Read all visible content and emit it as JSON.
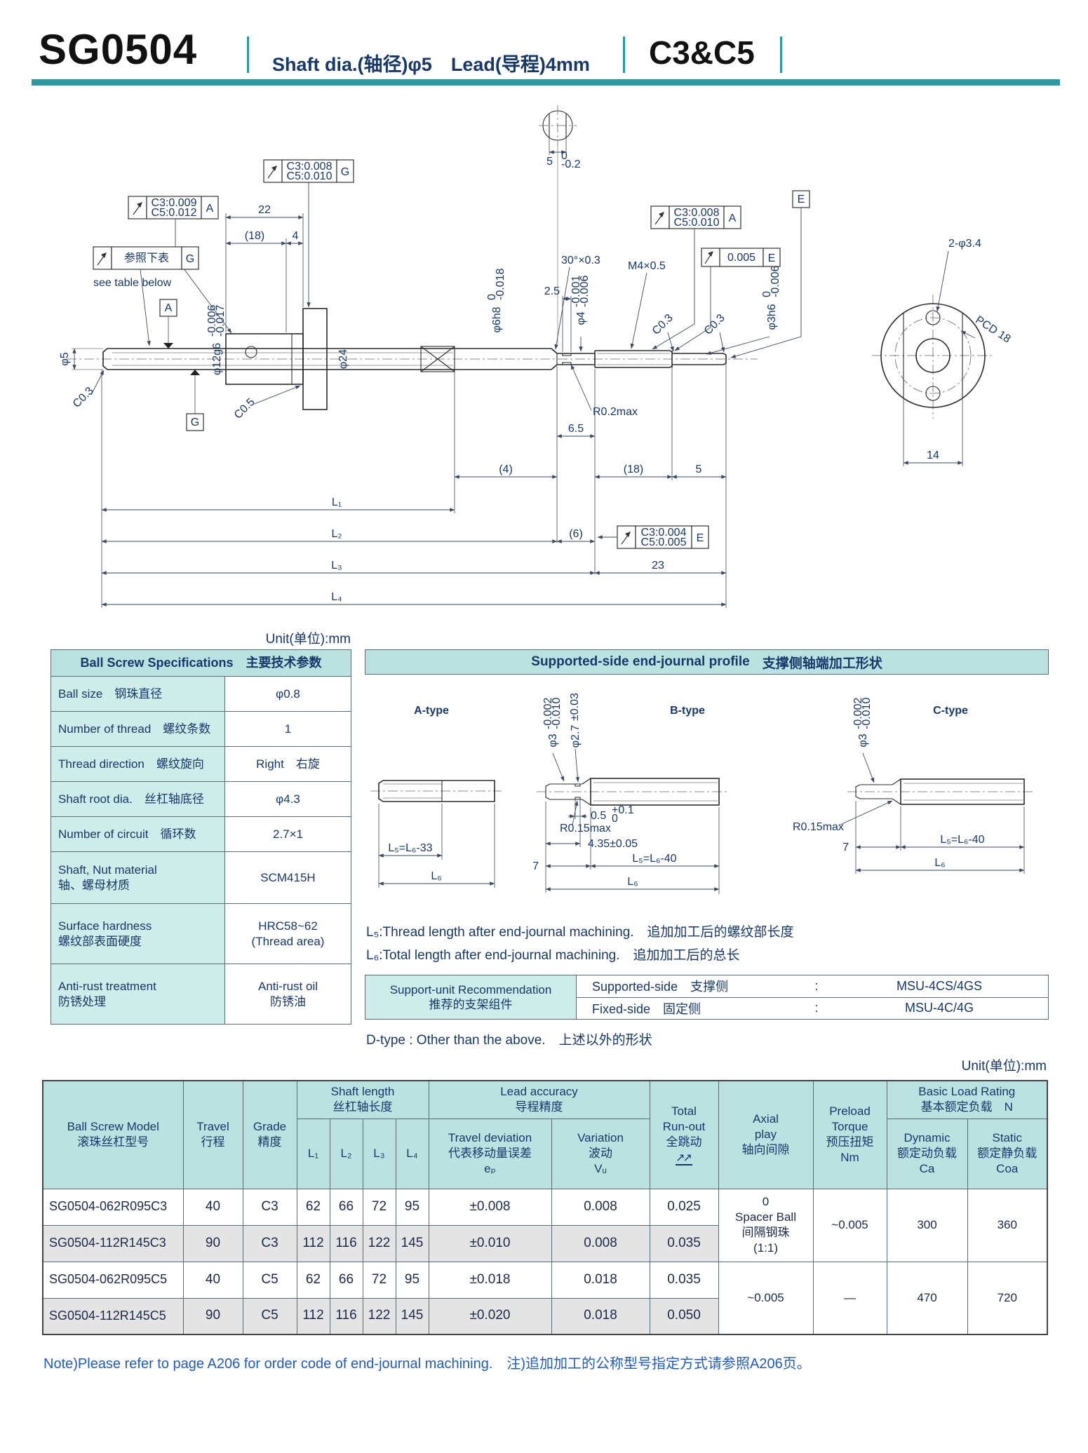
{
  "header": {
    "model": "SG0504",
    "subtitle": "Shaft dia.(轴径)φ5　Lead(导程)4mm",
    "grade": "C3&C5"
  },
  "colors": {
    "accent_teal": "#2a9aa0",
    "table_header_bg": "#b9e2e0",
    "label_cell_bg": "#cdecea",
    "navy_text": "#17386b",
    "note_blue": "#1e5bc6",
    "alt_row": "#e4e4e4"
  },
  "units": {
    "u1": "Unit(单位):mm",
    "u2": "Unit(单位):mm"
  },
  "dw": {
    "fcf1a": "C3:0.009",
    "fcf1b": "C5:0.012",
    "fcf1d": "A",
    "fcf2a": "参照下表",
    "fcf2d": "G",
    "see": "see table below",
    "fcf3a": "C3:0.008",
    "fcf3b": "C5:0.010",
    "fcf3d": "G",
    "fcf4a": "C3:0.008",
    "fcf4b": "C5:0.010",
    "fcf4d": "A",
    "fcf5a": "0.005",
    "fcf5d": "E",
    "fcf6a": "C3:0.004",
    "fcf6b": "C5:0.005",
    "fcf6d": "E",
    "datA": "A",
    "datG": "G",
    "datE": "E",
    "d22": "22",
    "d18t": "(18)",
    "d4t": "4",
    "dia12": "φ12g6",
    "dia12u": "-0.006",
    "dia12l": "-0.017",
    "dia24": "φ24",
    "dia6": "φ6h8",
    "dia6u": "0",
    "dia6l": "-0.018",
    "d5f": "5",
    "d5fu": "0",
    "d5fl": "-0.2",
    "ch30": "30°×0.3",
    "d25": "2.5",
    "m4": "M4×0.5",
    "dia4": "φ4",
    "dia4u": "-0.001",
    "dia4l": "-0.006",
    "c03a": "C0.3",
    "c03b": "C0.3",
    "c03c": "C0.3",
    "c05": "C0.5",
    "dia3": "φ3h6",
    "dia3u": "0",
    "dia3l": "-0.006",
    "r02": "R0.2max",
    "d65": "6.5",
    "d4b": "(4)",
    "d18b": "(18)",
    "d5b": "5",
    "L1": "L₁",
    "L2": "L₂",
    "L3": "L₃",
    "L4": "L₄",
    "d6b": "(6)",
    "d23": "23",
    "dia5": "φ5",
    "holes": "2-φ3.4",
    "pcd": "PCD 18",
    "d14": "14"
  },
  "sp": {
    "header_en": "Supported-side end-journal profile",
    "header_zh": "支撑侧轴端加工形状",
    "a_label": "A-type",
    "b_label": "B-type",
    "c_label": "C-type",
    "a_l5": "L₅=L₆-33",
    "a_l6": "L₆",
    "b_dia3": "φ3",
    "b_dia3u": "-0.002",
    "b_dia3l": "-0.010",
    "b_dia27": "φ2.7",
    "b_dia27t": "±0.03",
    "b_r015": "R0.15max",
    "b_05": "0.5",
    "b_05u": "+0.1",
    "b_05l": "0",
    "b_435": "4.35±0.05",
    "b_7": "7",
    "b_l5": "L₅=L₆-40",
    "b_l6": "L₆",
    "c_dia3": "φ3",
    "c_dia3u": "-0.002",
    "c_dia3l": "-0.010",
    "c_r015": "R0.15max",
    "c_7": "7",
    "c_l5": "L₅=L₆-40",
    "c_l6": "L₆",
    "note_l5": "L₅:Thread length after end-journal machining.　追加加工后的螺纹部长度",
    "note_l6": "L₆:Total length after end-journal machining.　追加加工后的总长",
    "dtype": "D-type : Other than the above.　上述以外的形状"
  },
  "spec": {
    "title_en": "Ball Screw Specifications",
    "title_zh": "主要技术参数",
    "rows": [
      {
        "label": "Ball size　钢珠直径",
        "value": "φ0.8"
      },
      {
        "label": "Number of thread　螺纹条数",
        "value": "1"
      },
      {
        "label": "Thread direction　螺纹旋向",
        "value": "Right　右旋"
      },
      {
        "label": "Shaft root dia.　丝杠轴底径",
        "value": "φ4.3"
      },
      {
        "label": "Number of circuit　循环数",
        "value": "2.7×1"
      },
      {
        "label": "Shaft, Nut material\n轴、螺母材质",
        "value": "SCM415H"
      },
      {
        "label": "Surface hardness\n螺纹部表面硬度",
        "value": "HRC58~62\n(Thread area)"
      },
      {
        "label": "Anti-rust treatment\n防锈处理",
        "value": "Anti-rust oil\n防锈油"
      }
    ]
  },
  "support_unit": {
    "title_en": "Support-unit Recommendation",
    "title_zh": "推荐的支架组件",
    "rows": [
      {
        "label": "Supported-side　支撑侧",
        "colon": ":",
        "value": "MSU-4CS/4GS"
      },
      {
        "label": "Fixed-side　固定侧",
        "colon": ":",
        "value": "MSU-4C/4G"
      }
    ]
  },
  "table": {
    "h_model": "Ball Screw Model\n滚珠丝杠型号",
    "h_travel": "Travel\n行程",
    "h_grade": "Grade\n精度",
    "h_shaft": "Shaft length\n丝杠轴长度",
    "h_L1": "L₁",
    "h_L2": "L₂",
    "h_L3": "L₃",
    "h_L4": "L₄",
    "h_lead": "Lead accuracy\n导程精度",
    "h_dev": "Travel deviation\n代表移动量误差\neₚ",
    "h_var": "Variation\n波动\nVᵤ",
    "h_runout": "Total\nRun-out\n全跳动",
    "h_runout_sym": "↗↗",
    "h_axial": "Axial\nplay\n轴向间隙",
    "h_preload": "Preload\nTorque\n预压扭矩\nNm",
    "h_load": "Basic Load Rating\n基本额定负载　N",
    "h_dyn": "Dynamic\n额定动负载\nCa",
    "h_sta": "Static\n额定静负载\nCoa",
    "rows": [
      {
        "model": "SG0504-062R095C3",
        "travel": "40",
        "grade": "C3",
        "l1": "62",
        "l2": "66",
        "l3": "72",
        "l4": "95",
        "dev": "±0.008",
        "var": "0.008",
        "runout": "0.025"
      },
      {
        "model": "SG0504-112R145C3",
        "travel": "90",
        "grade": "C3",
        "l1": "112",
        "l2": "116",
        "l3": "122",
        "l4": "145",
        "dev": "±0.010",
        "var": "0.008",
        "runout": "0.035"
      },
      {
        "model": "SG0504-062R095C5",
        "travel": "40",
        "grade": "C5",
        "l1": "62",
        "l2": "66",
        "l3": "72",
        "l4": "95",
        "dev": "±0.018",
        "var": "0.018",
        "runout": "0.035"
      },
      {
        "model": "SG0504-112R145C5",
        "travel": "90",
        "grade": "C5",
        "l1": "112",
        "l2": "116",
        "l3": "122",
        "l4": "145",
        "dev": "±0.020",
        "var": "0.018",
        "runout": "0.050"
      }
    ],
    "merged": {
      "axial_c3": "0\nSpacer Ball\n间隔钢珠\n(1:1)",
      "axial_c5": "~0.005",
      "preload_c3": "~0.005",
      "preload_c5": "—",
      "dyn_c3": "300",
      "sta_c3": "360",
      "dyn_c5": "470",
      "sta_c5": "720"
    }
  },
  "note": "Note)Please refer to page A206 for order code of end-journal machining.　注)追加加工的公称型号指定方式请参照A206页。"
}
